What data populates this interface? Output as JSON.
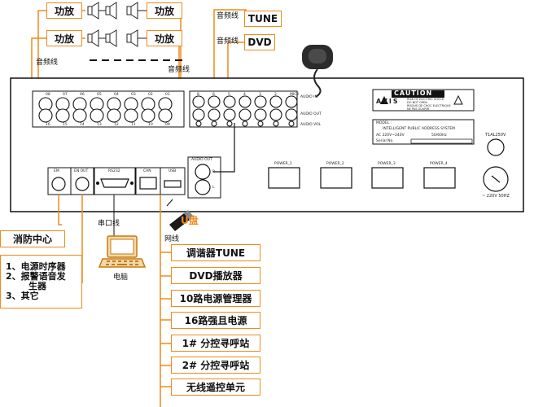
{
  "amps": {
    "label": "功放"
  },
  "audio_line": "音频线",
  "sources": {
    "tune": "TUNE",
    "dvd": "DVD"
  },
  "caution": {
    "title": "CAUTION",
    "brand": "AVIS",
    "warning": [
      "RISK OF ELECTRIC SHOCK",
      "DO NOT OPEN"
    ],
    "notice": [
      "RISQUE DE CHOC ELECTRIQUE",
      "NE PAS OUVRIR"
    ]
  },
  "model_plate": {
    "model": "MODEL :",
    "name": "INTELLIGENT PUBLIC ADDRESS SYSTEM",
    "power": "AC 220V~240V",
    "freq": "50/60Hz",
    "serial": "Serial No."
  },
  "panel": {
    "zone_numbers": [
      "08",
      "07",
      "06",
      "05",
      "04",
      "03",
      "02",
      "01"
    ],
    "zone_numbers_bottom": [
      "16",
      "15",
      "14",
      "13",
      "12",
      "11",
      "10",
      "09"
    ],
    "audio_numbers": [
      "8",
      "6",
      "5",
      "4",
      "3",
      "2",
      "MIC2"
    ],
    "audio_in": "AUDIO IN",
    "audio_out": "AUDIO OUT",
    "audio_vol": "AUDIO VOL",
    "ports": [
      "EM",
      "EN OUT",
      "RS232",
      "CAN",
      "USB"
    ],
    "audio_out_port": "AUDIO OUT",
    "lr": [
      "R",
      "L"
    ],
    "powers": [
      "POWER_1",
      "POWER_2",
      "POWER_3",
      "POWER_4"
    ],
    "fuse": "T1AL250V",
    "mains": "~ 220V  50HZ"
  },
  "fire_center": "消防中心",
  "alarm_list": [
    "1、电源时序器",
    "2、报警语音发",
    "生器",
    "3、其它"
  ],
  "serial_line": "串口线",
  "computer": "电脑",
  "usb_disk": "U盘",
  "network_line": "网线",
  "network_devices": [
    "调谐器TUNE",
    "DVD播放器",
    "10路电源管理器",
    "16路强且电源",
    "1# 分控寻呼站",
    "2# 分控寻呼站",
    "无线遥控单元"
  ]
}
